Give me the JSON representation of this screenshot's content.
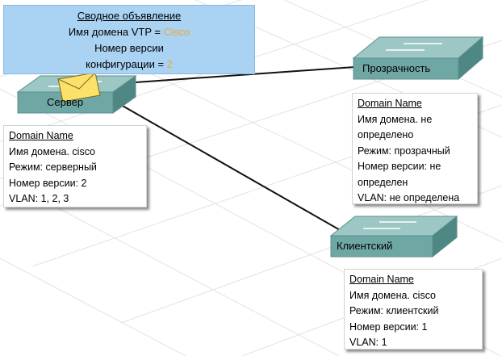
{
  "summary": {
    "title": "Сводное объявление",
    "domain_prefix": "Имя домена VTP = ",
    "domain_value": "Cisco",
    "revision_line1": "Номер версии",
    "revision_prefix": "конфигурации = ",
    "revision_value": "2"
  },
  "switches": {
    "server": "Сервер",
    "transparent": "Прозрачность",
    "client": "Клиентский"
  },
  "server_box": {
    "header": "Domain Name",
    "lines": [
      "Имя домена. cisco",
      "Режим: серверный",
      "Номер версии: 2",
      "VLAN: 1, 2, 3"
    ]
  },
  "transparent_box": {
    "header": "Domain Name",
    "lines": [
      "Имя домена. не",
      "определено",
      "Режим: прозрачный",
      "Номер версии: не",
      "определен",
      "VLAN: не определена"
    ]
  },
  "client_box": {
    "header": "Domain Name",
    "lines": [
      "Имя домена. cisco",
      "Режим: клиентский",
      "Номер версии: 1",
      "VLAN: 1"
    ]
  },
  "colors": {
    "summary_bg": "#a9d2f3",
    "highlight": "#f3a53a",
    "switch_top": "#9cc7c4",
    "switch_front": "#6fa7a5",
    "envelope": "#fbe06a"
  }
}
